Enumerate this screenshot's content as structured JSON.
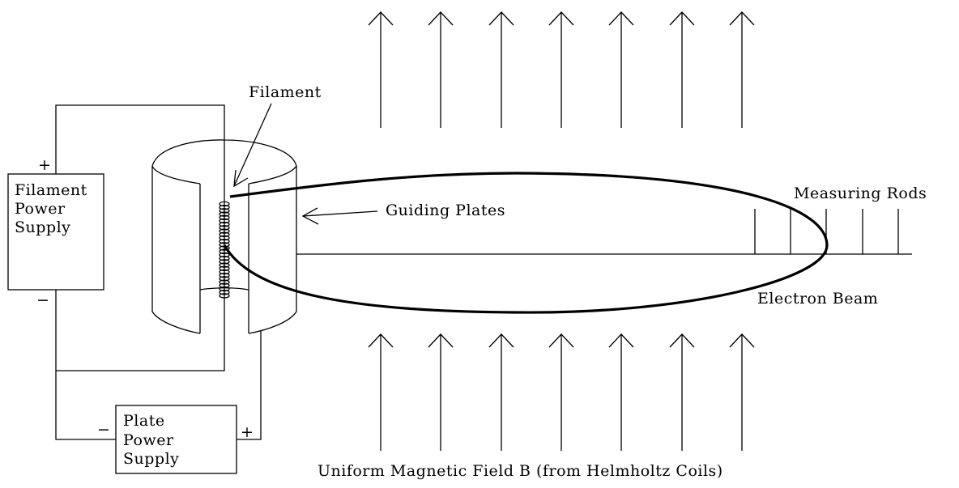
{
  "labels": {
    "filament": "Filament",
    "filament_supply": [
      "Filament",
      "Power",
      "Supply"
    ],
    "plate_supply": [
      "Plate",
      "Power",
      "Supply"
    ],
    "guiding_plates": "Guiding Plates",
    "measuring_rods": "Measuring Rods",
    "electron_beam": "Electron Beam",
    "magnetic_field": "Uniform Magnetic Field B (from Helmholtz Coils)"
  },
  "polarity": {
    "filament_plus": "+",
    "filament_minus": "−",
    "plate_minus": "−",
    "plate_plus": "+"
  }
}
